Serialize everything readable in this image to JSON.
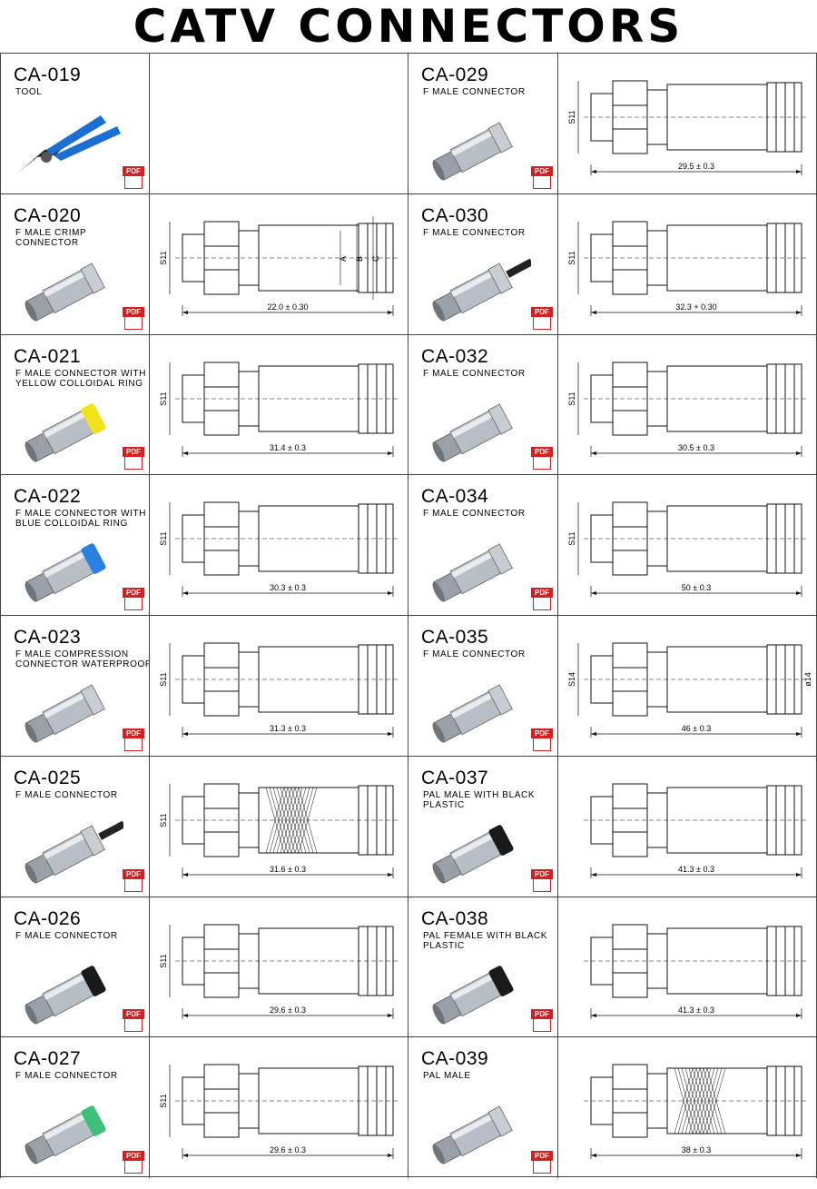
{
  "page": {
    "title": "CATV CONNECTORS"
  },
  "pdf_label": "PDF",
  "items": [
    {
      "code": "CA-019",
      "desc": "TOOL",
      "dimension": "",
      "height_label": ""
    },
    {
      "code": "CA-029",
      "desc": "F MALE CONNECTOR",
      "dimension": "29.5 ± 0.3",
      "height_label": "S11"
    },
    {
      "code": "CA-020",
      "desc": "F MALE CRIMP CONNECTOR",
      "dimension": "22.0 ± 0.30",
      "height_label": "S11",
      "side_labels": [
        "A",
        "B",
        "C"
      ]
    },
    {
      "code": "CA-030",
      "desc": "F MALE CONNECTOR",
      "dimension": "32.3 + 0.30",
      "height_label": "S11"
    },
    {
      "code": "CA-021",
      "desc": "F MALE CONNECTOR WITH YELLOW COLLOIDAL RING",
      "dimension": "31.4 ± 0.3",
      "height_label": "S11"
    },
    {
      "code": "CA-032",
      "desc": "F MALE CONNECTOR",
      "dimension": "30.5 ± 0.3",
      "height_label": "S11"
    },
    {
      "code": "CA-022",
      "desc": "F MALE CONNECTOR WITH BLUE COLLOIDAL RING",
      "dimension": "30.3 ± 0.3",
      "height_label": "S11"
    },
    {
      "code": "CA-034",
      "desc": "F MALE CONNECTOR",
      "dimension": "50 ± 0.3",
      "height_label": "S11"
    },
    {
      "code": "CA-023",
      "desc": "F MALE COMPRESSION CONNECTOR WATERPROOF",
      "dimension": "31.3 ± 0.3",
      "height_label": "S11"
    },
    {
      "code": "CA-035",
      "desc": "F MALE CONNECTOR",
      "dimension": "46 ± 0.3",
      "height_label": "S14",
      "right_label": "ø14"
    },
    {
      "code": "CA-025",
      "desc": "F MALE CONNECTOR",
      "dimension": "31.6 ± 0.3",
      "height_label": "S11"
    },
    {
      "code": "CA-037",
      "desc": "PAL MALE WITH BLACK PLASTIC",
      "dimension": "41.3 ± 0.3",
      "height_label": ""
    },
    {
      "code": "CA-026",
      "desc": "F MALE CONNECTOR",
      "dimension": "29.6 ± 0.3",
      "height_label": "S11"
    },
    {
      "code": "CA-038",
      "desc": "PAL FEMALE WITH BLACK PLASTIC",
      "dimension": "41.3 ± 0.3",
      "height_label": ""
    },
    {
      "code": "CA-027",
      "desc": "F MALE CONNECTOR",
      "dimension": "29.6 ± 0.3",
      "height_label": "S11"
    },
    {
      "code": "CA-039",
      "desc": "PAL MALE",
      "dimension": "38 ± 0.3",
      "height_label": ""
    }
  ],
  "colors": {
    "pdf_red": "#d62020",
    "crimp_blue": "#1a6fd1",
    "yellow_ring": "#f2e21a",
    "blue_ring": "#2a7fe0",
    "green_ring": "#3fbf7a",
    "black_plastic": "#1a1a1a",
    "metal": "#b8bec6"
  },
  "icons": {
    "pdf": "pdf-icon"
  }
}
